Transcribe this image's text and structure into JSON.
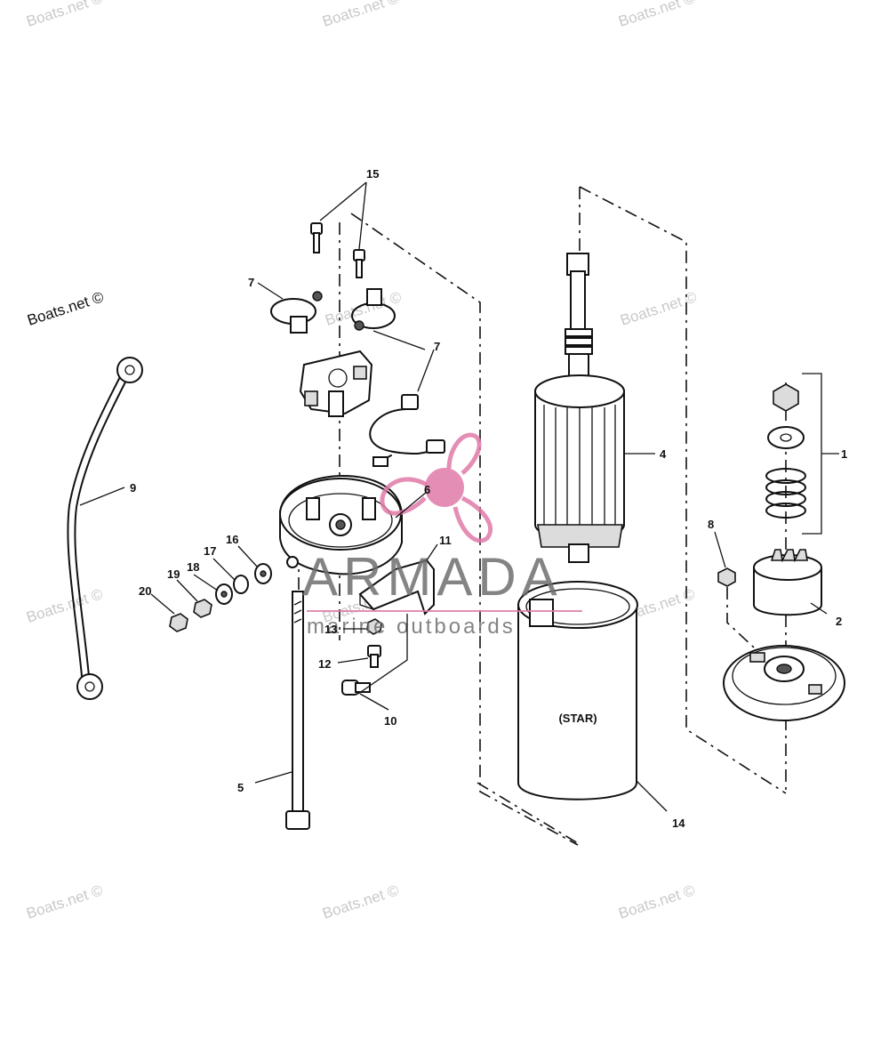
{
  "watermarks": {
    "w1": "Boats.net ©",
    "w2": "Boats.net ©",
    "w3": "Boats.net ©",
    "w4": "Boats.net ©",
    "w5": "Boats.net ©",
    "w6": "Boats.net ©",
    "w7": "Boats.net ©",
    "w8": "Boats.net ©",
    "w9": "Boats.net ©",
    "w10": "Boats.net ©",
    "w11": "Boats.net ©",
    "w12": "Boats.net ©",
    "w13": "Boats.net ©"
  },
  "logo": {
    "word": "ARMADA",
    "tagline": "marine outboards",
    "accent_color": "#e07aa8"
  },
  "parts": {
    "p1": "1",
    "p2": "2",
    "p4": "4",
    "p5": "5",
    "p6": "6",
    "p7a": "7",
    "p7b": "7",
    "p8": "8",
    "p9": "9",
    "p10": "10",
    "p11": "11",
    "p12": "12",
    "p13": "13",
    "p14": "14",
    "p15": "15",
    "p16": "16",
    "p17": "17",
    "p18": "18",
    "p19": "19",
    "p20": "20"
  },
  "frame_label": "(STAR)"
}
